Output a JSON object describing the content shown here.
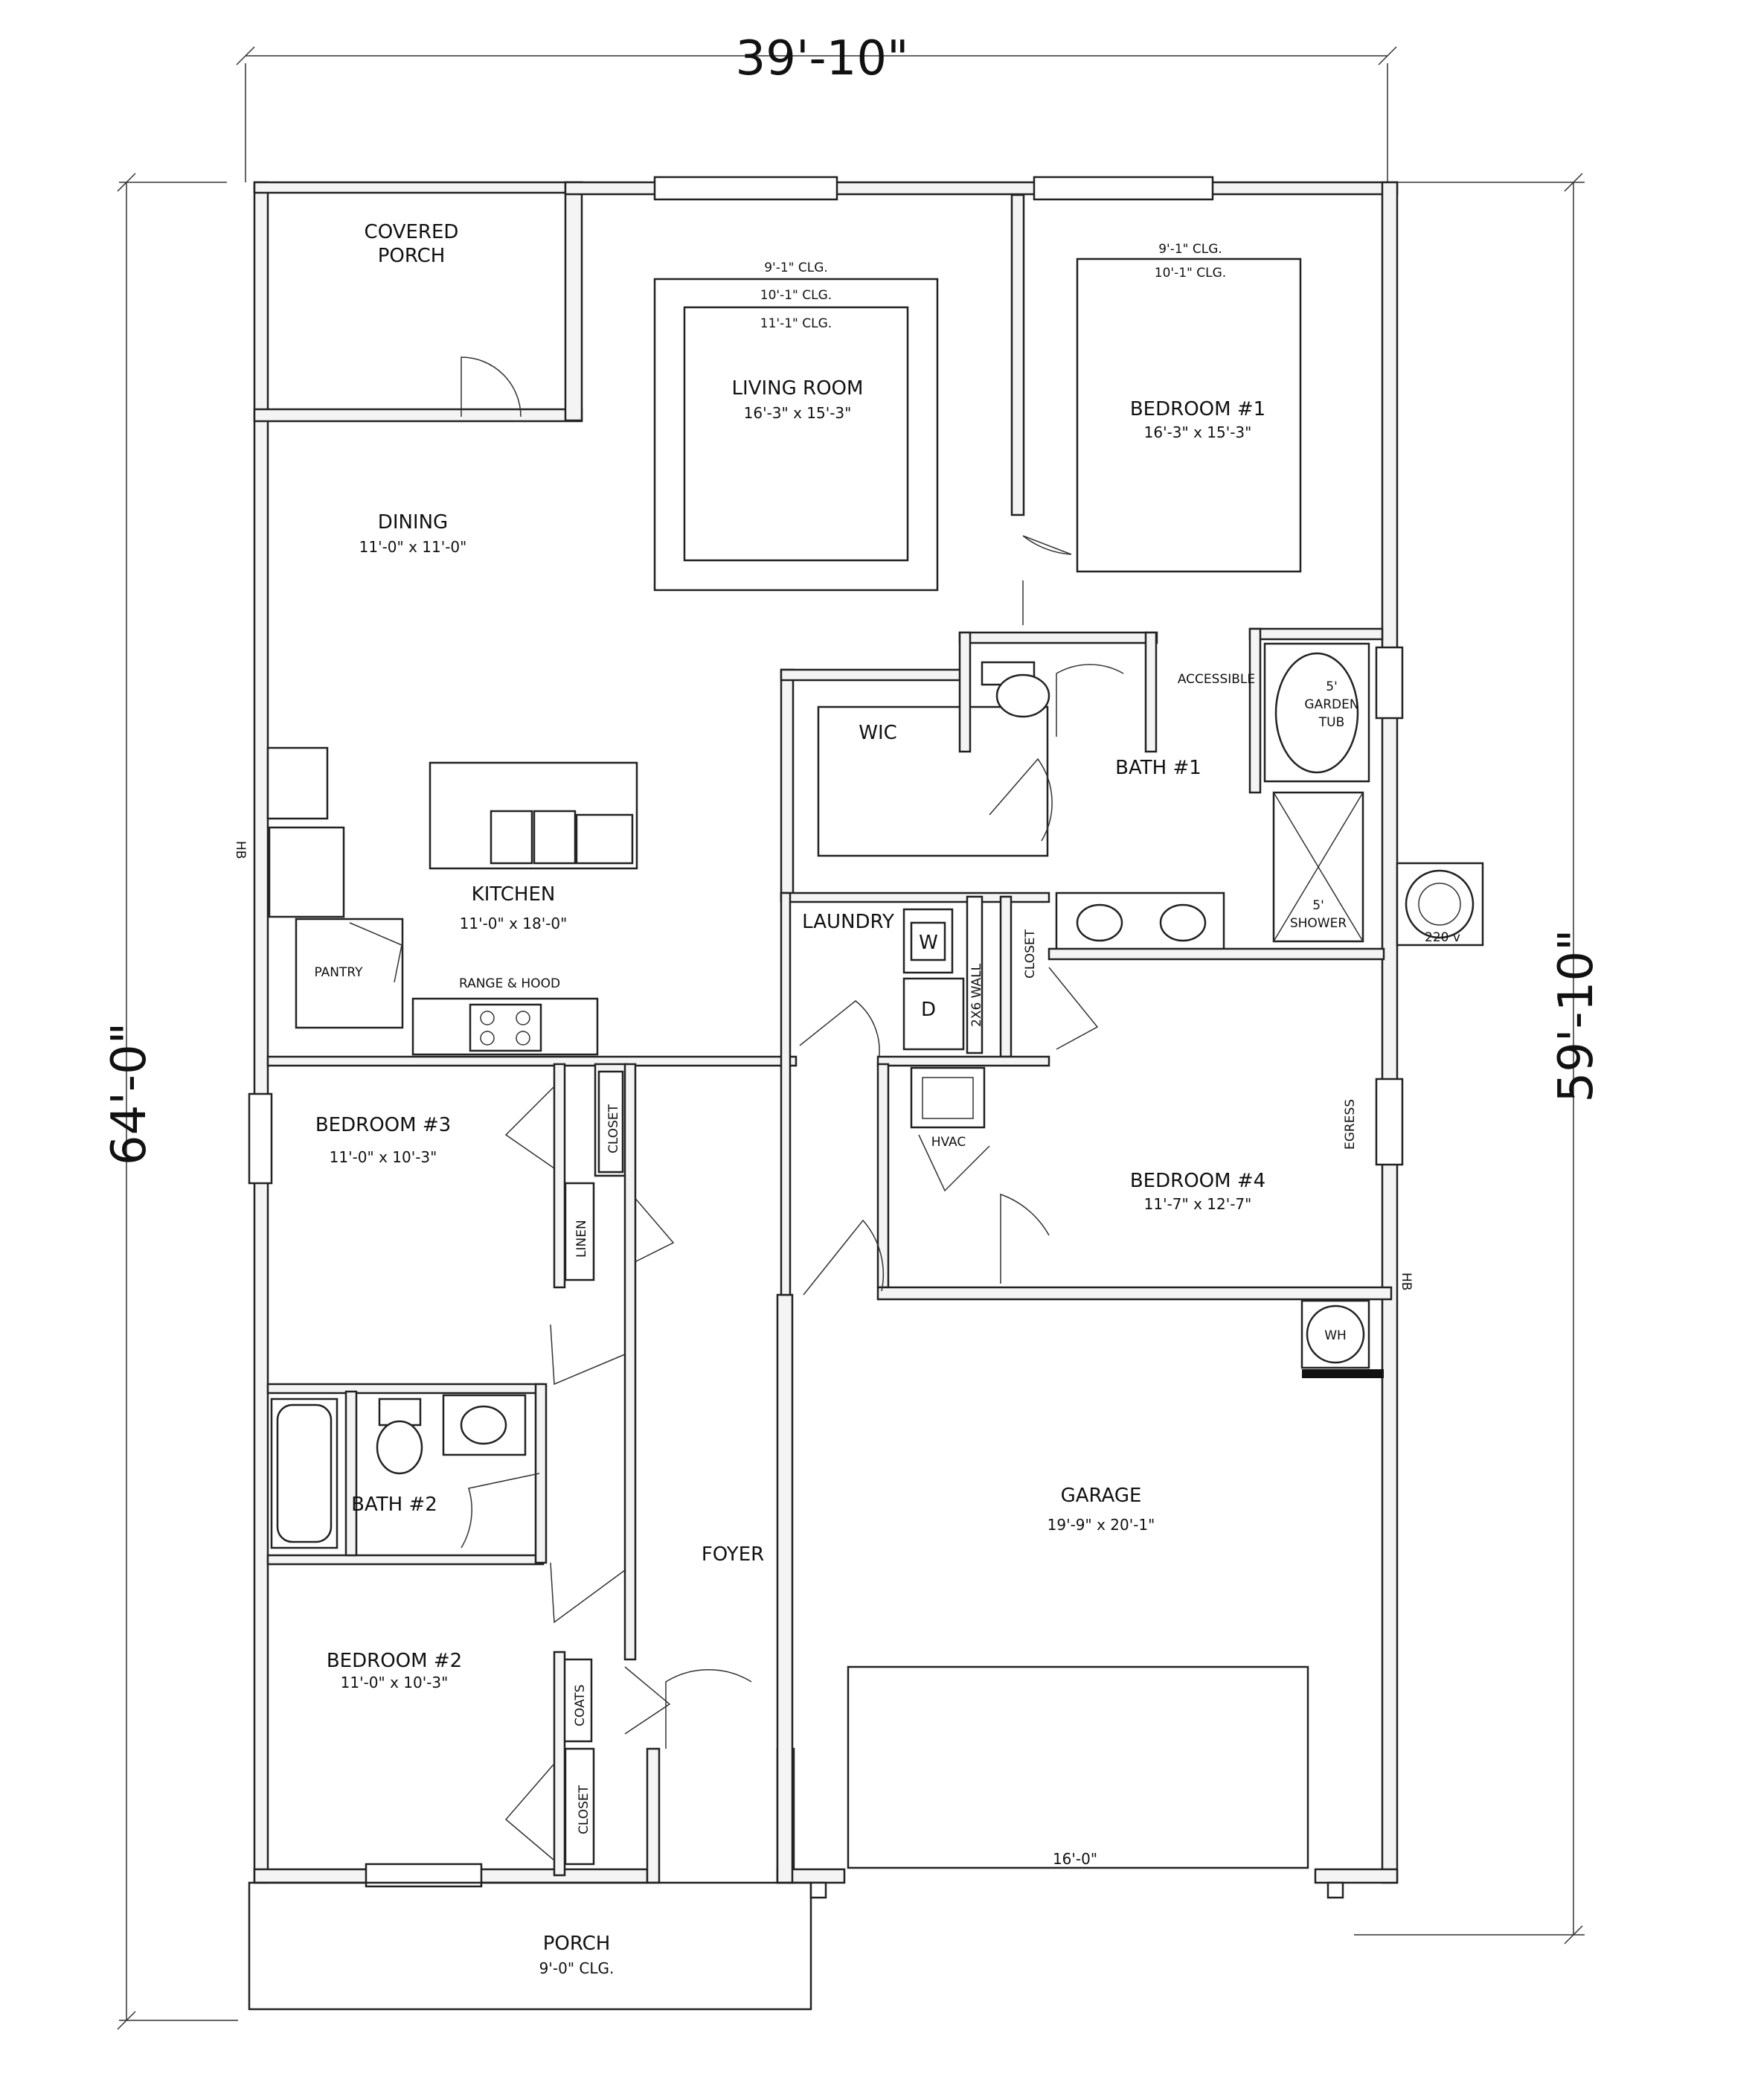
{
  "dimensions": {
    "overall_width": "39'-10\"",
    "overall_depth": "64'-0\"",
    "house_depth": "59'-10\""
  },
  "rooms": {
    "covered_porch": {
      "name_line1": "COVERED",
      "name_line2": "PORCH"
    },
    "living_room": {
      "name": "LIVING ROOM",
      "size": "16'-3\" x 15'-3\"",
      "clg1": "9'-1\" CLG.",
      "clg2": "10'-1\" CLG.",
      "clg3": "11'-1\" CLG."
    },
    "bedroom1": {
      "name": "BEDROOM #1",
      "size": "16'-3\" x 15'-3\"",
      "clg1": "9'-1\" CLG.",
      "clg2": "10'-1\" CLG."
    },
    "dining": {
      "name": "DINING",
      "size": "11'-0\" x 11'-0\""
    },
    "kitchen": {
      "name": "KITCHEN",
      "size": "11'-0\" x 18'-0\""
    },
    "pantry": {
      "name": "PANTRY"
    },
    "range_hood": {
      "name": "RANGE & HOOD"
    },
    "wic": {
      "name": "WIC"
    },
    "bath1": {
      "name": "BATH #1"
    },
    "accessible": {
      "name": "ACCESSIBLE"
    },
    "garden_tub": {
      "line1": "5'",
      "line2": "GARDEN",
      "line3": "TUB"
    },
    "shower": {
      "line1": "5'",
      "line2": "SHOWER"
    },
    "laundry": {
      "name": "LAUNDRY",
      "washer": "W",
      "dryer": "D",
      "wall_note": "2X6 WALL"
    },
    "closet_laundry": {
      "name": "CLOSET"
    },
    "hvac": {
      "name": "HVAC"
    },
    "bedroom3": {
      "name": "BEDROOM #3",
      "size": "11'-0\" x 10'-3\""
    },
    "closet_b3": {
      "name": "CLOSET"
    },
    "linen": {
      "name": "LINEN"
    },
    "bedroom4": {
      "name": "BEDROOM #4",
      "size": "11'-7\" x 12'-7\"",
      "egress": "EGRESS"
    },
    "bath2": {
      "name": "BATH #2"
    },
    "foyer": {
      "name": "FOYER"
    },
    "garage": {
      "name": "GARAGE",
      "size": "19'-9\" x 20'-1\"",
      "door_width": "16'-0\""
    },
    "water_heater": {
      "name": "WH"
    },
    "bedroom2": {
      "name": "BEDROOM #2",
      "size": "11'-0\" x 10'-3\""
    },
    "coats": {
      "name": "COATS"
    },
    "closet_b2": {
      "name": "CLOSET"
    },
    "porch": {
      "name": "PORCH",
      "clg": "9'-0\" CLG."
    }
  },
  "notes": {
    "voltage": "220 v",
    "hb_left": "HB",
    "hb_right": "HB"
  }
}
